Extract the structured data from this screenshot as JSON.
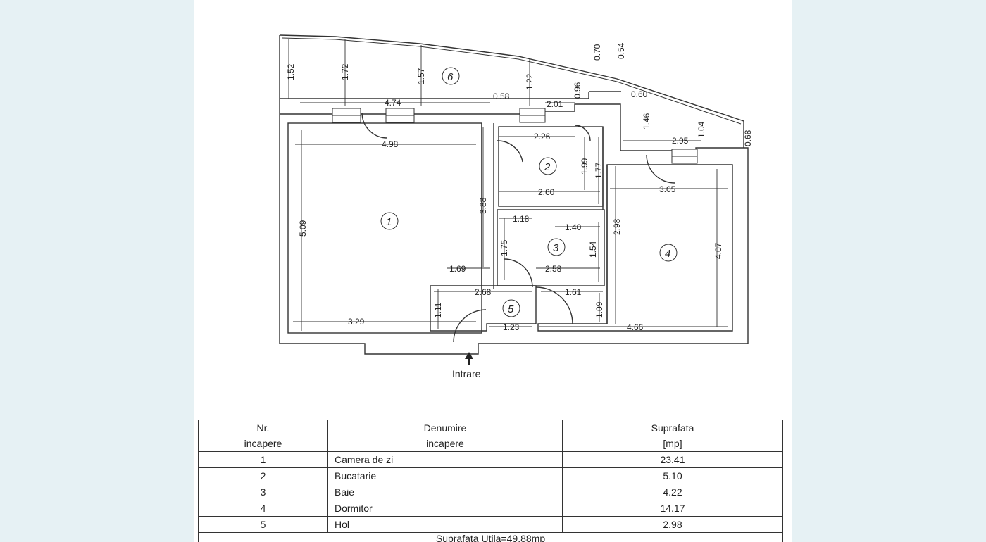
{
  "plan": {
    "room_numbers": [
      "1",
      "2",
      "3",
      "4",
      "5",
      "6"
    ],
    "dimensions": {
      "d152": "1.52",
      "d172": "1.72",
      "d157": "1.57",
      "d122": "1.22",
      "d070": "0.70",
      "d054": "0.54",
      "d096": "0.96",
      "d060": "0.60",
      "d474": "4.74",
      "d058": "0.58",
      "d201": "2.01",
      "d146": "1.46",
      "d104": "1.04",
      "d068": "0.68",
      "d498": "4.98",
      "d226": "2.26",
      "d199": "1.99",
      "d177": "1.77",
      "d295": "2.95",
      "d260": "2.60",
      "d305": "3.05",
      "d388": "3.88",
      "d509": "5.09",
      "d118": "1.18",
      "d140": "1.40",
      "d175": "1.75",
      "d154": "1.54",
      "d298": "2.98",
      "d407": "4.07",
      "d169": "1.69",
      "d258": "2.58",
      "d268": "2.68",
      "d161": "1.61",
      "d111": "1.11",
      "d109": "1.09",
      "d329": "3.29",
      "d123": "1.23",
      "d466": "4.66"
    },
    "entrance_label": "Intrare"
  },
  "table": {
    "headers": {
      "nr": [
        "Nr.",
        "incapere"
      ],
      "name": [
        "Denumire",
        "incapere"
      ],
      "area": [
        "Suprafata",
        "[mp]"
      ]
    },
    "rows": [
      {
        "nr": "1",
        "name": "Camera de zi",
        "area": "23.41"
      },
      {
        "nr": "2",
        "name": "Bucatarie",
        "area": "5.10"
      },
      {
        "nr": "3",
        "name": "Baie",
        "area": "4.22"
      },
      {
        "nr": "4",
        "name": "Dormitor",
        "area": "14.17"
      },
      {
        "nr": "5",
        "name": "Hol",
        "area": "2.98"
      }
    ],
    "total": "Suprafata Utila=49.88mp"
  }
}
